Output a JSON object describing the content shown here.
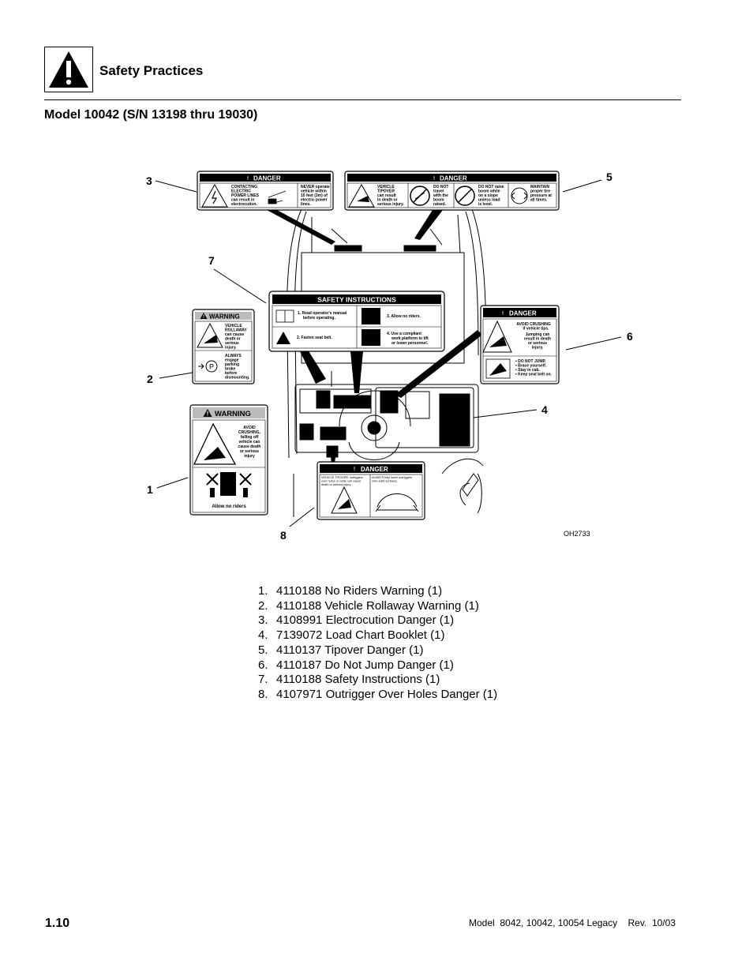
{
  "header": {
    "title": "Safety Practices"
  },
  "section": {
    "title": "Model 10042 (S/N 13198 thru 19030)"
  },
  "figure": {
    "reference": "OH2733",
    "callouts": [
      "1",
      "2",
      "3",
      "4",
      "5",
      "6",
      "7",
      "8"
    ],
    "decals": {
      "electrocution": {
        "heading": "DANGER",
        "left_lines": [
          "CONTACTING",
          "ELECTRIC",
          "POWER LINES",
          "can result in",
          "electrocution."
        ],
        "right_lines": [
          "NEVER operate",
          "vehicle within",
          "10 feet (3m) of",
          "electric power",
          "lines."
        ]
      },
      "tipover": {
        "heading": "DANGER",
        "p1": [
          "VEHICLE",
          "TIPOVER",
          "can result",
          "in death or",
          "serious injury."
        ],
        "p2": [
          "DO NOT",
          "travel",
          "with the",
          "boom",
          "raised."
        ],
        "p3": [
          "DO NOT raise",
          "boom while",
          "on a slope",
          "unless load",
          "is level."
        ],
        "p4": [
          "MAINTAIN",
          "proper tire",
          "pressure at",
          "all times."
        ]
      },
      "safety_instructions": {
        "heading": "SAFETY INSTRUCTIONS",
        "items": [
          [
            "1. Read operator's manual",
            "before operating."
          ],
          [
            "3. Allow no riders."
          ],
          [
            "2. Fasten seat belt."
          ],
          [
            "4. Use a compliant",
            "work platform to lift",
            "or lower personnel."
          ]
        ]
      },
      "rollaway": {
        "heading": "WARNING",
        "top_lines": [
          "VEHICLE",
          "ROLLAWAY",
          "can cause",
          "death or",
          "serious",
          "injury."
        ],
        "bottom_lines": [
          "ALWAYS",
          "engage",
          "parking",
          "brake",
          "before",
          "dismounting."
        ],
        "p_symbol": "P"
      },
      "no_riders": {
        "heading": "WARNING",
        "lines": [
          "AVOID",
          "CRUSHING,",
          "falling off",
          "vehicle can",
          "cause death",
          "or serious",
          "injury"
        ],
        "caption": "Allow no riders"
      },
      "do_not_jump": {
        "heading": "DANGER",
        "top_lines": [
          "AVOID CRUSHING",
          "if vehicle tips.",
          "Jumping can",
          "result in death",
          "or serious",
          "injury."
        ],
        "bottom_lines": [
          "• DO NOT JUMP.",
          "• Brace yourself.",
          "• Stay in cab.",
          "• Keep seat belt on."
        ]
      },
      "outrigger": {
        "heading": "DANGER",
        "left_lines": [
          "VEHICLE TIPOVER, outriggers",
          "over holes or voids can cause",
          "death or serious injury."
        ],
        "right_lines": [
          "ALWAYS fully lower outriggers",
          "onto solid surfaces."
        ]
      }
    }
  },
  "parts_list": [
    {
      "num": "1.",
      "text": "4110188 No Riders Warning (1)"
    },
    {
      "num": "2.",
      "text": "4110188 Vehicle Rollaway Warning (1)"
    },
    {
      "num": "3.",
      "text": "4108991 Electrocution Danger (1)"
    },
    {
      "num": "4.",
      "text": "7139072 Load Chart Booklet (1)"
    },
    {
      "num": "5.",
      "text": "4110137 Tipover Danger (1)"
    },
    {
      "num": "6.",
      "text": "4110187 Do Not Jump Danger (1)"
    },
    {
      "num": "7.",
      "text": "4110188 Safety Instructions (1)"
    },
    {
      "num": "8.",
      "text": "4107971 Outrigger Over Holes Danger (1)"
    }
  ],
  "footer": {
    "page_number": "1.10",
    "document_info": "Model  8042, 10042, 10054 Legacy    Rev.  10/03"
  }
}
